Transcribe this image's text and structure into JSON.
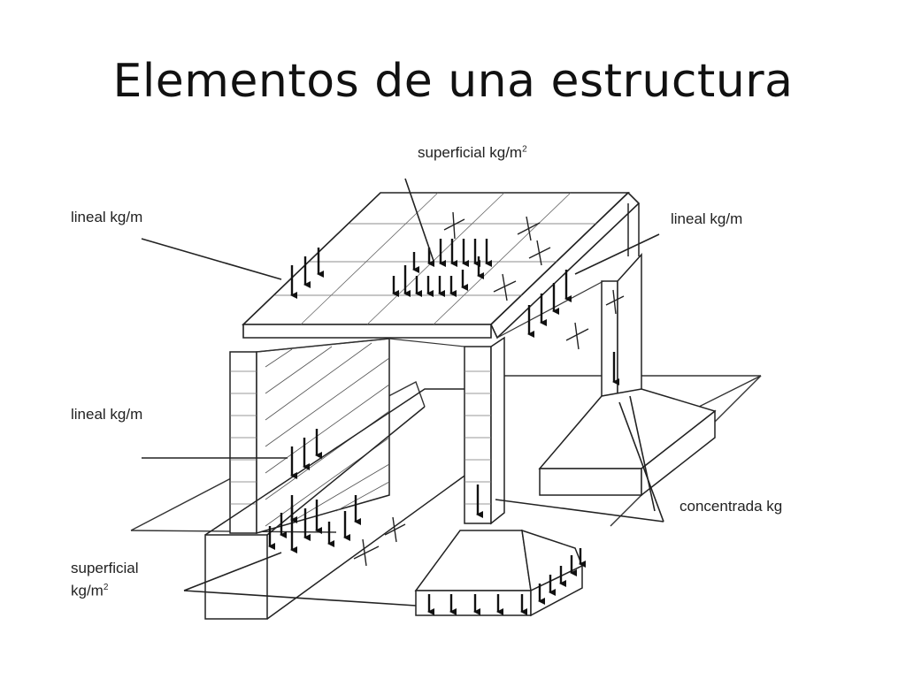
{
  "slide": {
    "title": "Elementos de una estructura"
  },
  "labels": {
    "top_superficial_text": "superficial  kg/m",
    "top_superficial_exp": "2",
    "lineal_top_left": "lineal kg/m",
    "lineal_top_right": "lineal  kg/m",
    "lineal_mid_left": "lineal  kg/m",
    "concentrada": "concentrada kg",
    "bottom_superficial_line1": "superficial",
    "bottom_superficial_line2": "kg/m",
    "bottom_superficial_exp": "2"
  }
}
